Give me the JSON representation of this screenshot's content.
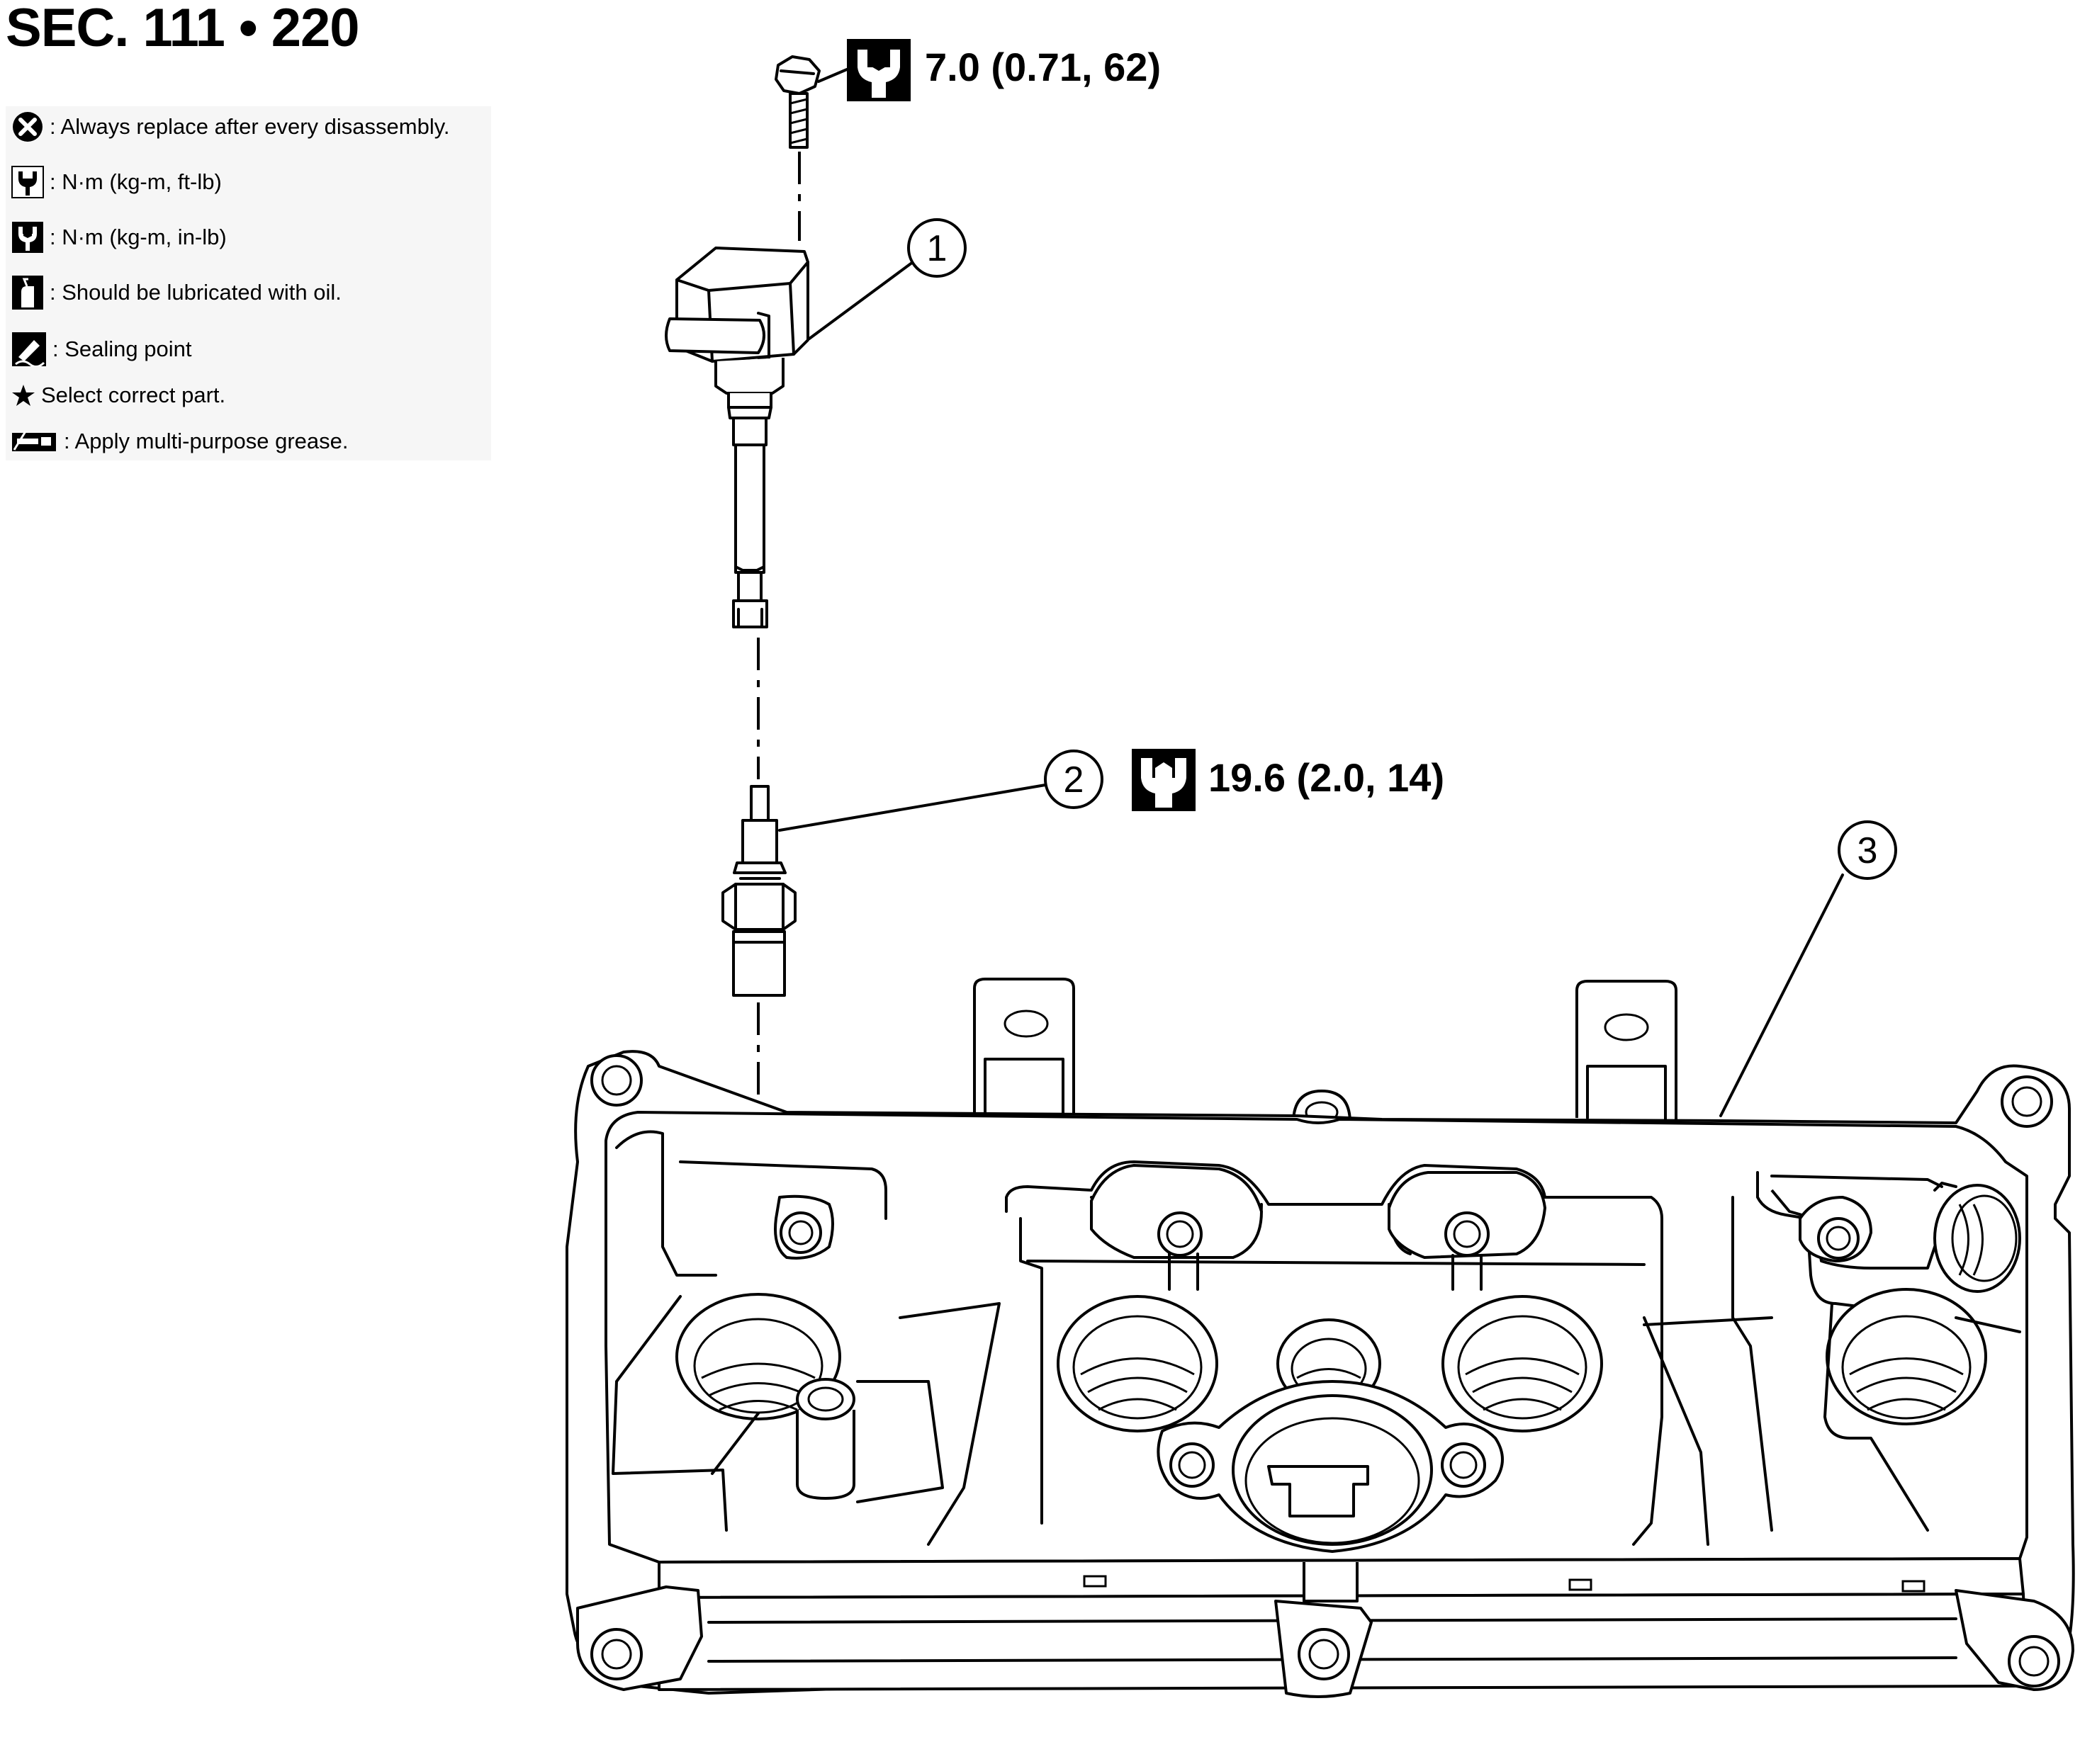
{
  "section_title": "SEC. 111 • 220",
  "legend": [
    {
      "icon": "x-circle-icon",
      "text": ": Always replace after every disassembly."
    },
    {
      "icon": "torque-wrench-icon",
      "text": ": N·m (kg-m, ft-lb)"
    },
    {
      "icon": "torque-wrench-small-icon",
      "text": ": N·m (kg-m, in-lb)"
    },
    {
      "icon": "oil-can-icon",
      "text": ": Should be lubricated with oil."
    },
    {
      "icon": "sealant-icon",
      "text": ": Sealing point"
    },
    {
      "icon": "star-icon",
      "text": "Select correct part."
    },
    {
      "icon": "grease-gun-icon",
      "text": ": Apply multi-purpose grease."
    }
  ],
  "torque_specs": {
    "coil_bolt": "7.0 (0.71, 62)",
    "spark_plug": "19.6 (2.0, 14)"
  },
  "callouts": [
    "1",
    "2",
    "3"
  ],
  "parts": [
    "ignition coil",
    "spark plug",
    "rocker cover"
  ]
}
